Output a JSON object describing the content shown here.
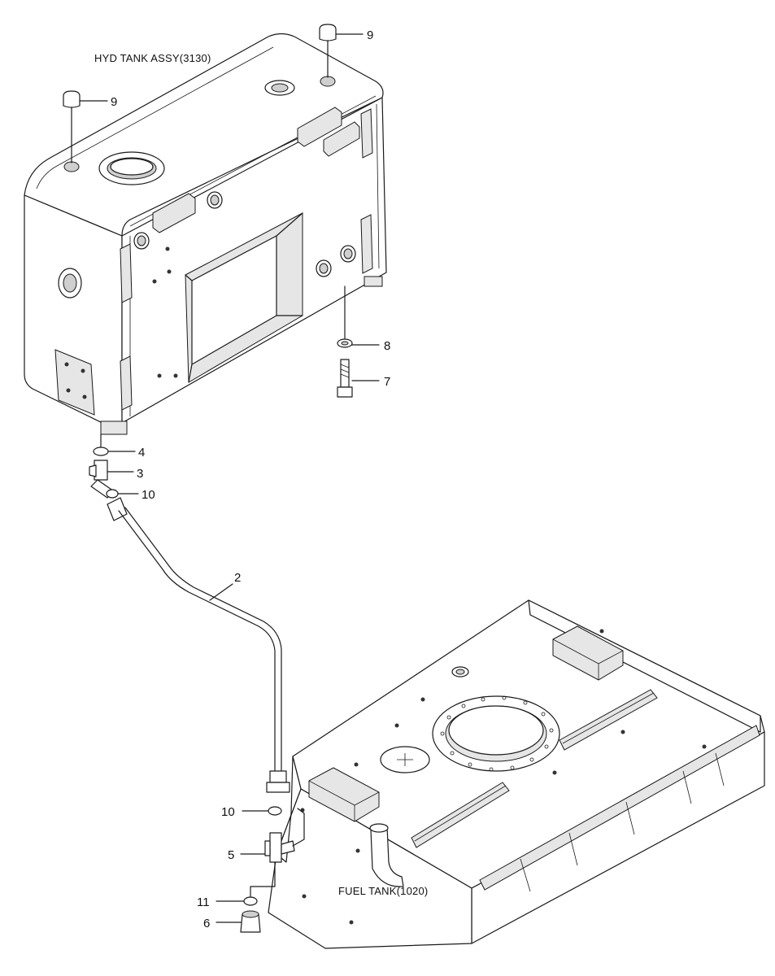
{
  "labels": {
    "hyd_tank": "HYD TANK ASSY(3130)",
    "fuel_tank": "FUEL TANK(1020)"
  },
  "callouts": {
    "c9a": "9",
    "c9b": "9",
    "c8": "8",
    "c7": "7",
    "c4": "4",
    "c3": "3",
    "c10a": "10",
    "c2": "2",
    "c10b": "10",
    "c5": "5",
    "c11": "11",
    "c6": "6"
  }
}
